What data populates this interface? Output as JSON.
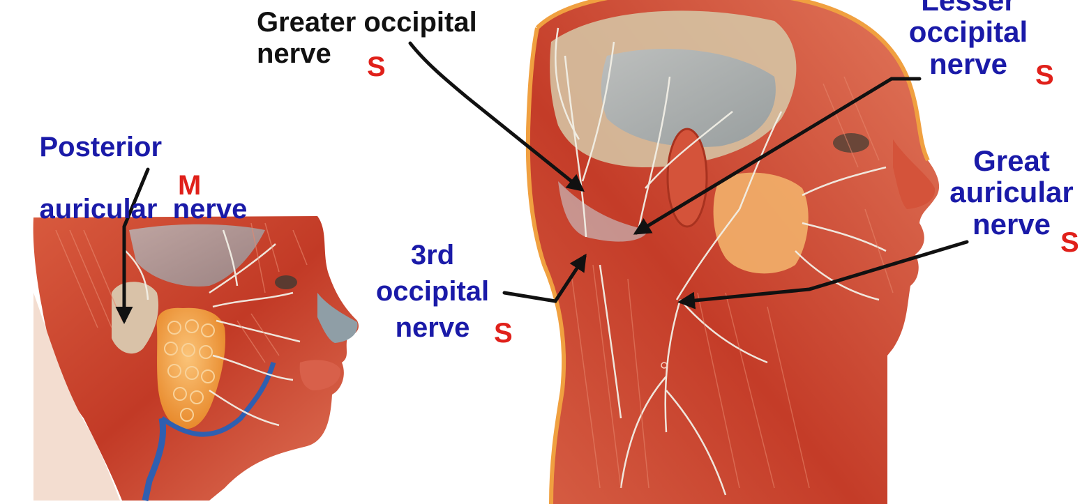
{
  "labels": {
    "greater_occipital": {
      "line1": "Greater occipital",
      "line2": "nerve",
      "type": "S"
    },
    "lesser_occipital": {
      "line1": "Lesser",
      "line2": "occipital",
      "line3": "nerve",
      "type": "S"
    },
    "posterior_auricular": {
      "line1": "Posterior",
      "line2": "auricular  nerve",
      "type": "M"
    },
    "great_auricular": {
      "line1": "Great",
      "line2": "auricular",
      "line3": "nerve",
      "type": "S"
    },
    "third_occipital": {
      "line1": "3rd",
      "line2": "occipital",
      "line3": "nerve",
      "type": "S"
    }
  },
  "colors": {
    "black_label": "#111111",
    "blue_label": "#1a1aa8",
    "type_letter": "#e0201a",
    "muscle": "#c8402a",
    "nerve": "#f2efe6",
    "gland": "#f0a040",
    "vein": "#2f5fb0"
  },
  "figures": [
    "head-lateral-dissection-left",
    "head-neck-lateral-dissection-right"
  ]
}
